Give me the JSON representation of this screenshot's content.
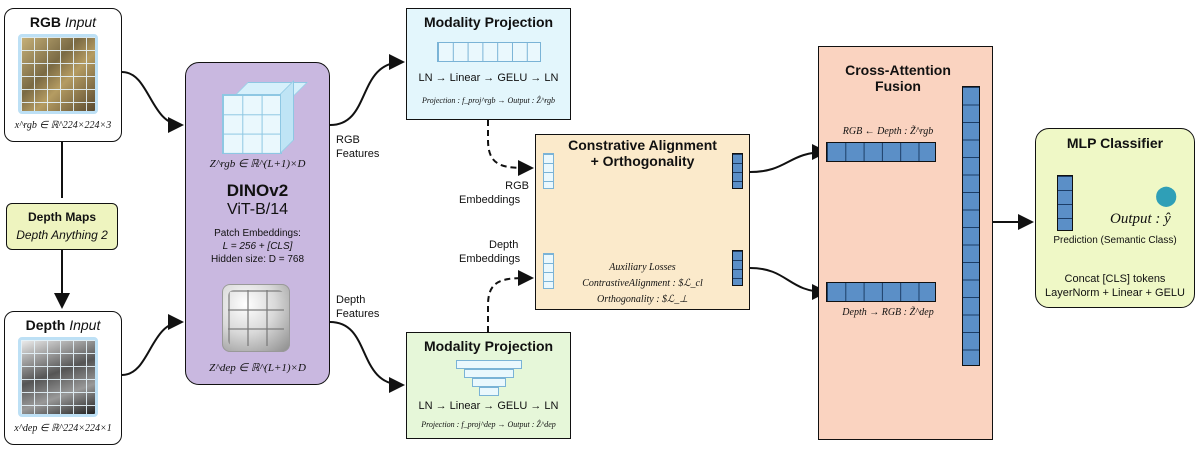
{
  "rgb_input": {
    "title_bold": "RGB",
    "title_ital": "Input",
    "formula": "x^rgb ∈ ℝ^224×224×3"
  },
  "depth_input": {
    "title_bold": "Depth",
    "title_ital": "Input",
    "formula": "x^dep ∈ ℝ^224×224×1"
  },
  "depth_maps": {
    "title": "Depth Maps",
    "subtitle": "Depth Anything 2"
  },
  "dino": {
    "z_rgb": "Z^rgb ∈ ℝ^(L+1)×D",
    "title": "DINOv2",
    "subtitle": "ViT-B/14",
    "patch_line": "Patch Embeddings:",
    "l_line": "L = 256 + [CLS]",
    "hidden_line": "Hidden size: D = 768",
    "z_dep": "Z^dep ∈ ℝ^(L+1)×D"
  },
  "labels": {
    "rgb_features_1": "RGB",
    "rgb_features_2": "Features",
    "depth_features_1": "Depth",
    "depth_features_2": "Features",
    "rgb_emb_1": "RGB",
    "rgb_emb_2": "Embeddings",
    "depth_emb_1": "Depth",
    "depth_emb_2": "Embeddings"
  },
  "proj_top": {
    "title": "Modality Projection",
    "chain": "LN → Linear → GELU → LN",
    "formula": "Projection : f_proj^rgb → Output : Ẑ^rgb"
  },
  "proj_bottom": {
    "title": "Modality Projection",
    "chain": "LN → Linear → GELU → LN",
    "formula": "Projection : f_proj^dep → Output : Ẑ^dep"
  },
  "align": {
    "title1": "Constrative Alignment",
    "title2": "+ Orthogonality",
    "aux": "Auxiliary Losses",
    "cl": "ContrastiveAlignment : $ℒ_cl",
    "orth": "Orthogonality : $ℒ_⊥"
  },
  "fusion": {
    "title1": "Cross-Attention",
    "title2": "Fusion",
    "rgb_dep": "RGB ← Depth : Z̃^rgb",
    "dep_rgb": "Depth → RGB : Z̃^dep"
  },
  "mlp": {
    "title": "MLP Classifier",
    "output": "Output : ŷ",
    "prediction": "Prediction (Semantic Class)",
    "concat": "Concat [CLS] tokens",
    "ln": "LayerNorm + Linear + GELU"
  },
  "colors": {
    "dino": "#c9b8e0",
    "proj_top": "#e3f6fc",
    "proj_bottom": "#e6f7d9",
    "align": "#fbeacb",
    "fusion": "#fad3c0",
    "mlp": "#eff8c6",
    "token": "#5b8fc7"
  }
}
